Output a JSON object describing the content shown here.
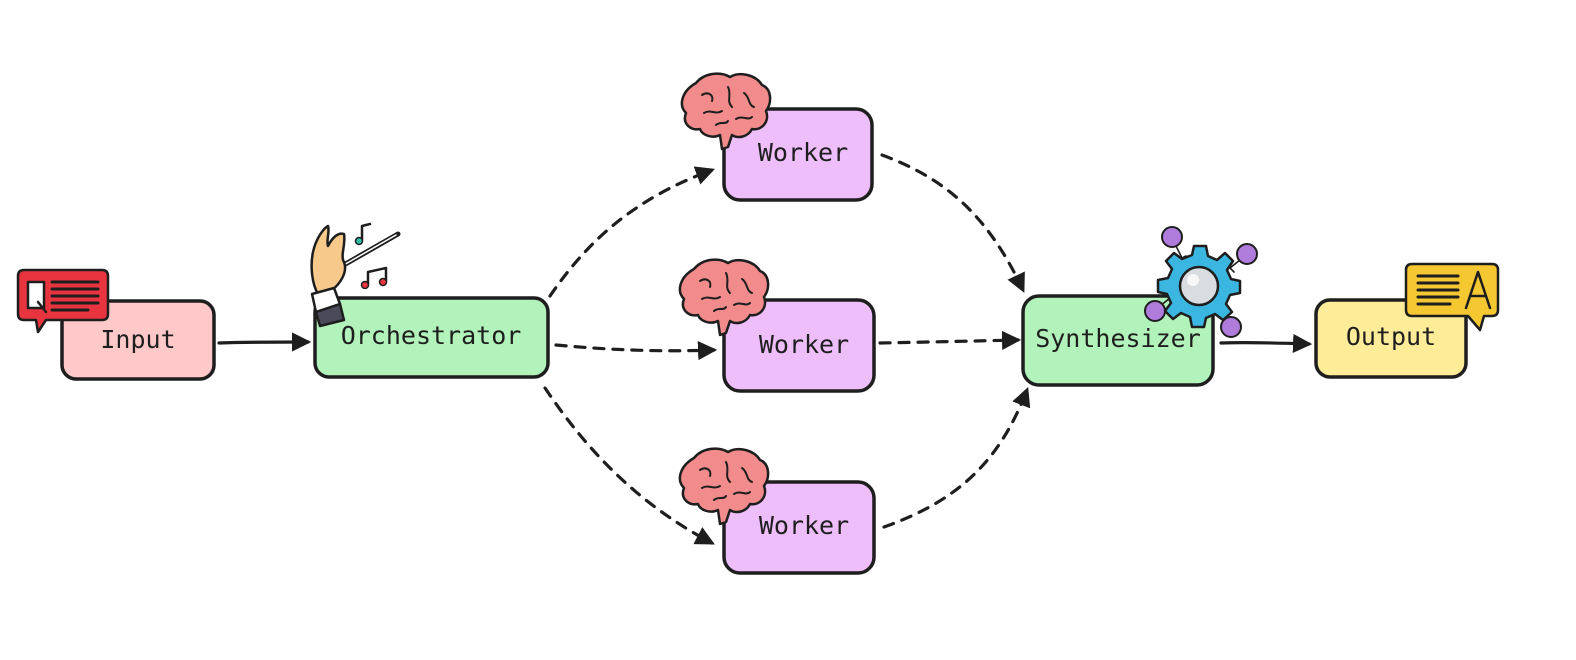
{
  "diagram": {
    "nodes": {
      "input": {
        "label": "Input",
        "color": "#ffc9c9",
        "icon": "question-bubble-icon"
      },
      "orchestrator": {
        "label": "Orchestrator",
        "color": "#b2f2bb",
        "icon": "conductor-hand-icon"
      },
      "worker_1": {
        "label": "Worker",
        "color": "#eebefa",
        "icon": "brain-icon"
      },
      "worker_2": {
        "label": "Worker",
        "color": "#eebefa",
        "icon": "brain-icon"
      },
      "worker_3": {
        "label": "Worker",
        "color": "#eebefa",
        "icon": "brain-icon"
      },
      "synthesizer": {
        "label": "Synthesizer",
        "color": "#b2f2bb",
        "icon": "gear-network-icon"
      },
      "output": {
        "label": "Output",
        "color": "#ffec99",
        "icon": "answer-bubble-icon"
      }
    },
    "edges": [
      {
        "from": "input",
        "to": "orchestrator",
        "style": "solid"
      },
      {
        "from": "orchestrator",
        "to": "worker_1",
        "style": "dashed"
      },
      {
        "from": "orchestrator",
        "to": "worker_2",
        "style": "dashed"
      },
      {
        "from": "orchestrator",
        "to": "worker_3",
        "style": "dashed"
      },
      {
        "from": "worker_1",
        "to": "synthesizer",
        "style": "dashed"
      },
      {
        "from": "worker_2",
        "to": "synthesizer",
        "style": "dashed"
      },
      {
        "from": "worker_3",
        "to": "synthesizer",
        "style": "dashed"
      },
      {
        "from": "synthesizer",
        "to": "output",
        "style": "solid"
      }
    ]
  }
}
